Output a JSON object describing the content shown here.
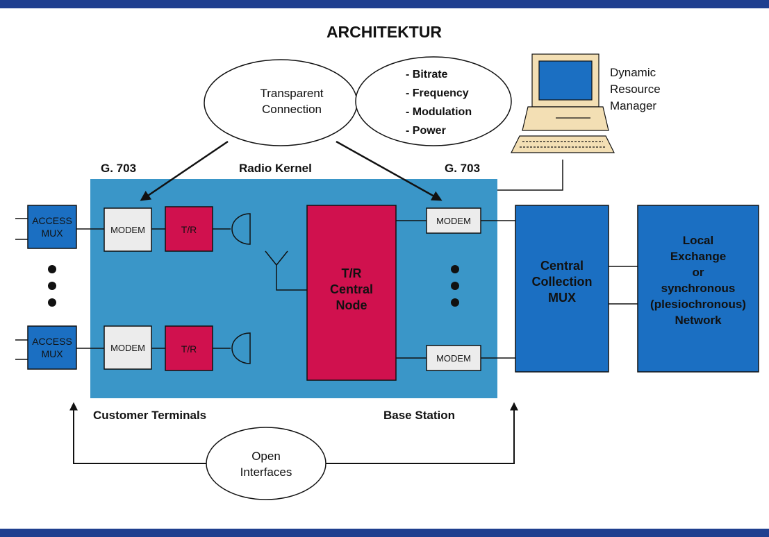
{
  "title": "ARCHITEKTUR",
  "colors": {
    "frame_bar": "#1f3f8f",
    "kernel_fill": "#3a96c8",
    "block_blue": "#1b6fc2",
    "red": "#d0114e",
    "modem_fill": "#ececec",
    "line": "#111111"
  },
  "ellipses": {
    "transparent_connection": [
      "Transparent",
      "Connection"
    ],
    "parameters": [
      "- Bitrate",
      "- Frequency",
      "- Modulation",
      "- Power"
    ],
    "open_interfaces": [
      "Open",
      "Interfaces"
    ]
  },
  "labels": {
    "g703_left": "G. 703",
    "g703_right": "G. 703",
    "radio_kernel": "Radio Kernel",
    "customer_terminals": "Customer Terminals",
    "base_station": "Base Station",
    "drm": [
      "Dynamic",
      "Resource",
      "Manager"
    ]
  },
  "blocks": {
    "access_mux_top": [
      "ACCESS",
      "MUX"
    ],
    "access_mux_bottom": [
      "ACCESS",
      "MUX"
    ],
    "modem": "MODEM",
    "tr": "T/R",
    "central_node": [
      "T/R",
      "Central",
      "Node"
    ],
    "central_collection": [
      "Central",
      "Collection",
      "MUX"
    ],
    "local_exchange": [
      "Local",
      "Exchange",
      "or",
      "synchronous",
      "(plesiochronous)",
      "Network"
    ]
  },
  "icons": {
    "workstation": "computer-workstation-icon",
    "dish": "dish-antenna-icon",
    "antenna": "antenna-icon"
  }
}
